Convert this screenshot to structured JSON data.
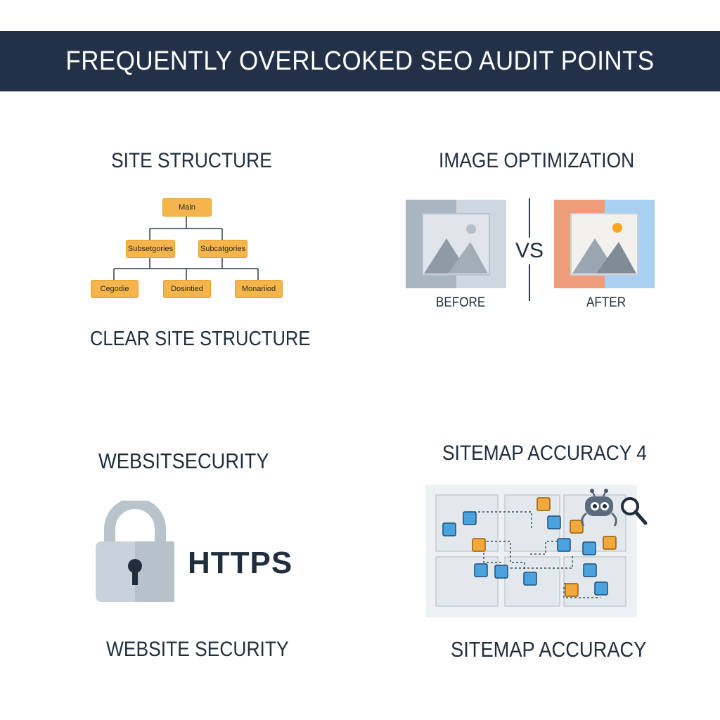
{
  "header": {
    "title": "FREQUENTLY OVERLCOKED SEO AUDIT POINTS"
  },
  "site_structure": {
    "heading": "SITE STRUCTURE",
    "root": "Main",
    "level2": [
      "Subsetgories",
      "Subcatgories"
    ],
    "level3": [
      "Cegodie",
      "Dosintied",
      "Monariiod"
    ],
    "caption": "CLEAR SITE STRUCTURE"
  },
  "image_optimization": {
    "heading": "IMAGE OPTIMIZATION",
    "vs_label": "VS",
    "before_label": "BEFORE",
    "after_label": "AFTER"
  },
  "website_security": {
    "heading": "WEBSITSECURITY",
    "badge": "HTTPS",
    "caption": "WEBSITE SECURITY",
    "icons": [
      "padlock-icon"
    ]
  },
  "sitemap": {
    "heading": "SITEMAP ACCURACY 4",
    "caption": "SITEMAP ACCURACY",
    "icons": [
      "crawler-bot-icon",
      "magnifier-icon",
      "page-icon"
    ]
  },
  "colors": {
    "banner": "#223147",
    "node_orange": "#f5b44c",
    "page_blue": "#4aa3df",
    "page_orange": "#f2a93b"
  }
}
